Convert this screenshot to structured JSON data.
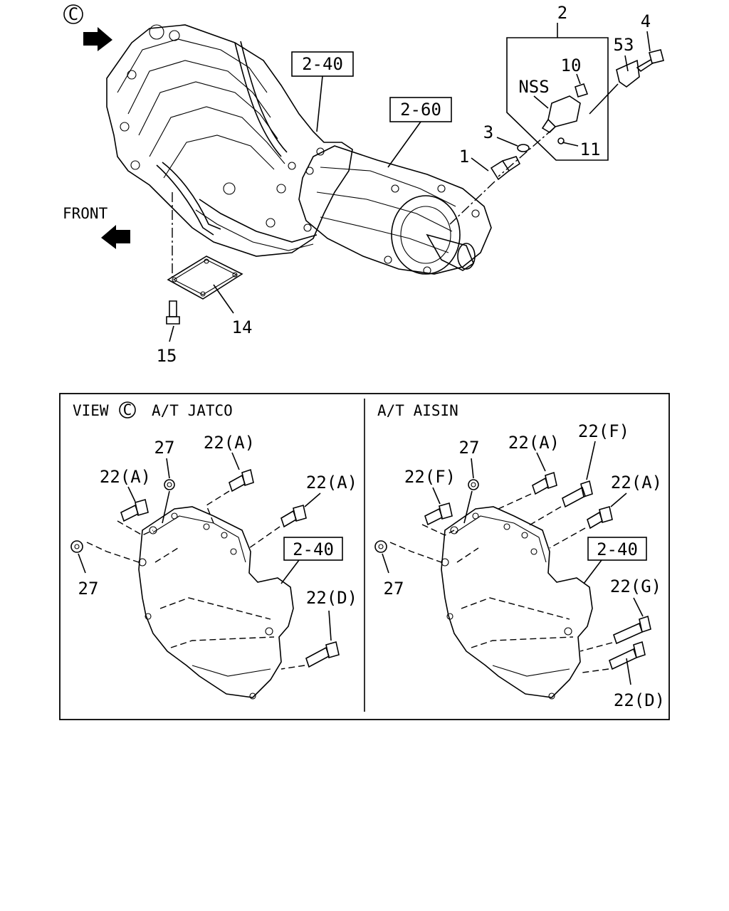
{
  "top": {
    "view_marker": "C",
    "front_label": "FRONT",
    "callouts": {
      "c2_40": "2-40",
      "c2_60": "2-60",
      "p2": "2",
      "p4": "4",
      "p53": "53",
      "p10": "10",
      "nss": "NSS",
      "p3": "3",
      "p11": "11",
      "p1": "1",
      "p14": "14",
      "p15": "15"
    }
  },
  "panel_jatco": {
    "title_prefix": "VIEW",
    "title_marker": "C",
    "title_suffix": "A/T JATCO",
    "callouts": {
      "p27_top": "27",
      "p22a_top": "22(A)",
      "p22a_left": "22(A)",
      "p22a_right": "22(A)",
      "p27_left": "27",
      "c2_40": "2-40",
      "p22d": "22(D)"
    }
  },
  "panel_aisin": {
    "title": "A/T AISIN",
    "callouts": {
      "p27_top": "27",
      "p22a_top": "22(A)",
      "p22f_top": "22(F)",
      "p22f_left": "22(F)",
      "p22a_right": "22(A)",
      "p27_left": "27",
      "c2_40": "2-40",
      "p22g": "22(G)",
      "p22d": "22(D)"
    }
  }
}
